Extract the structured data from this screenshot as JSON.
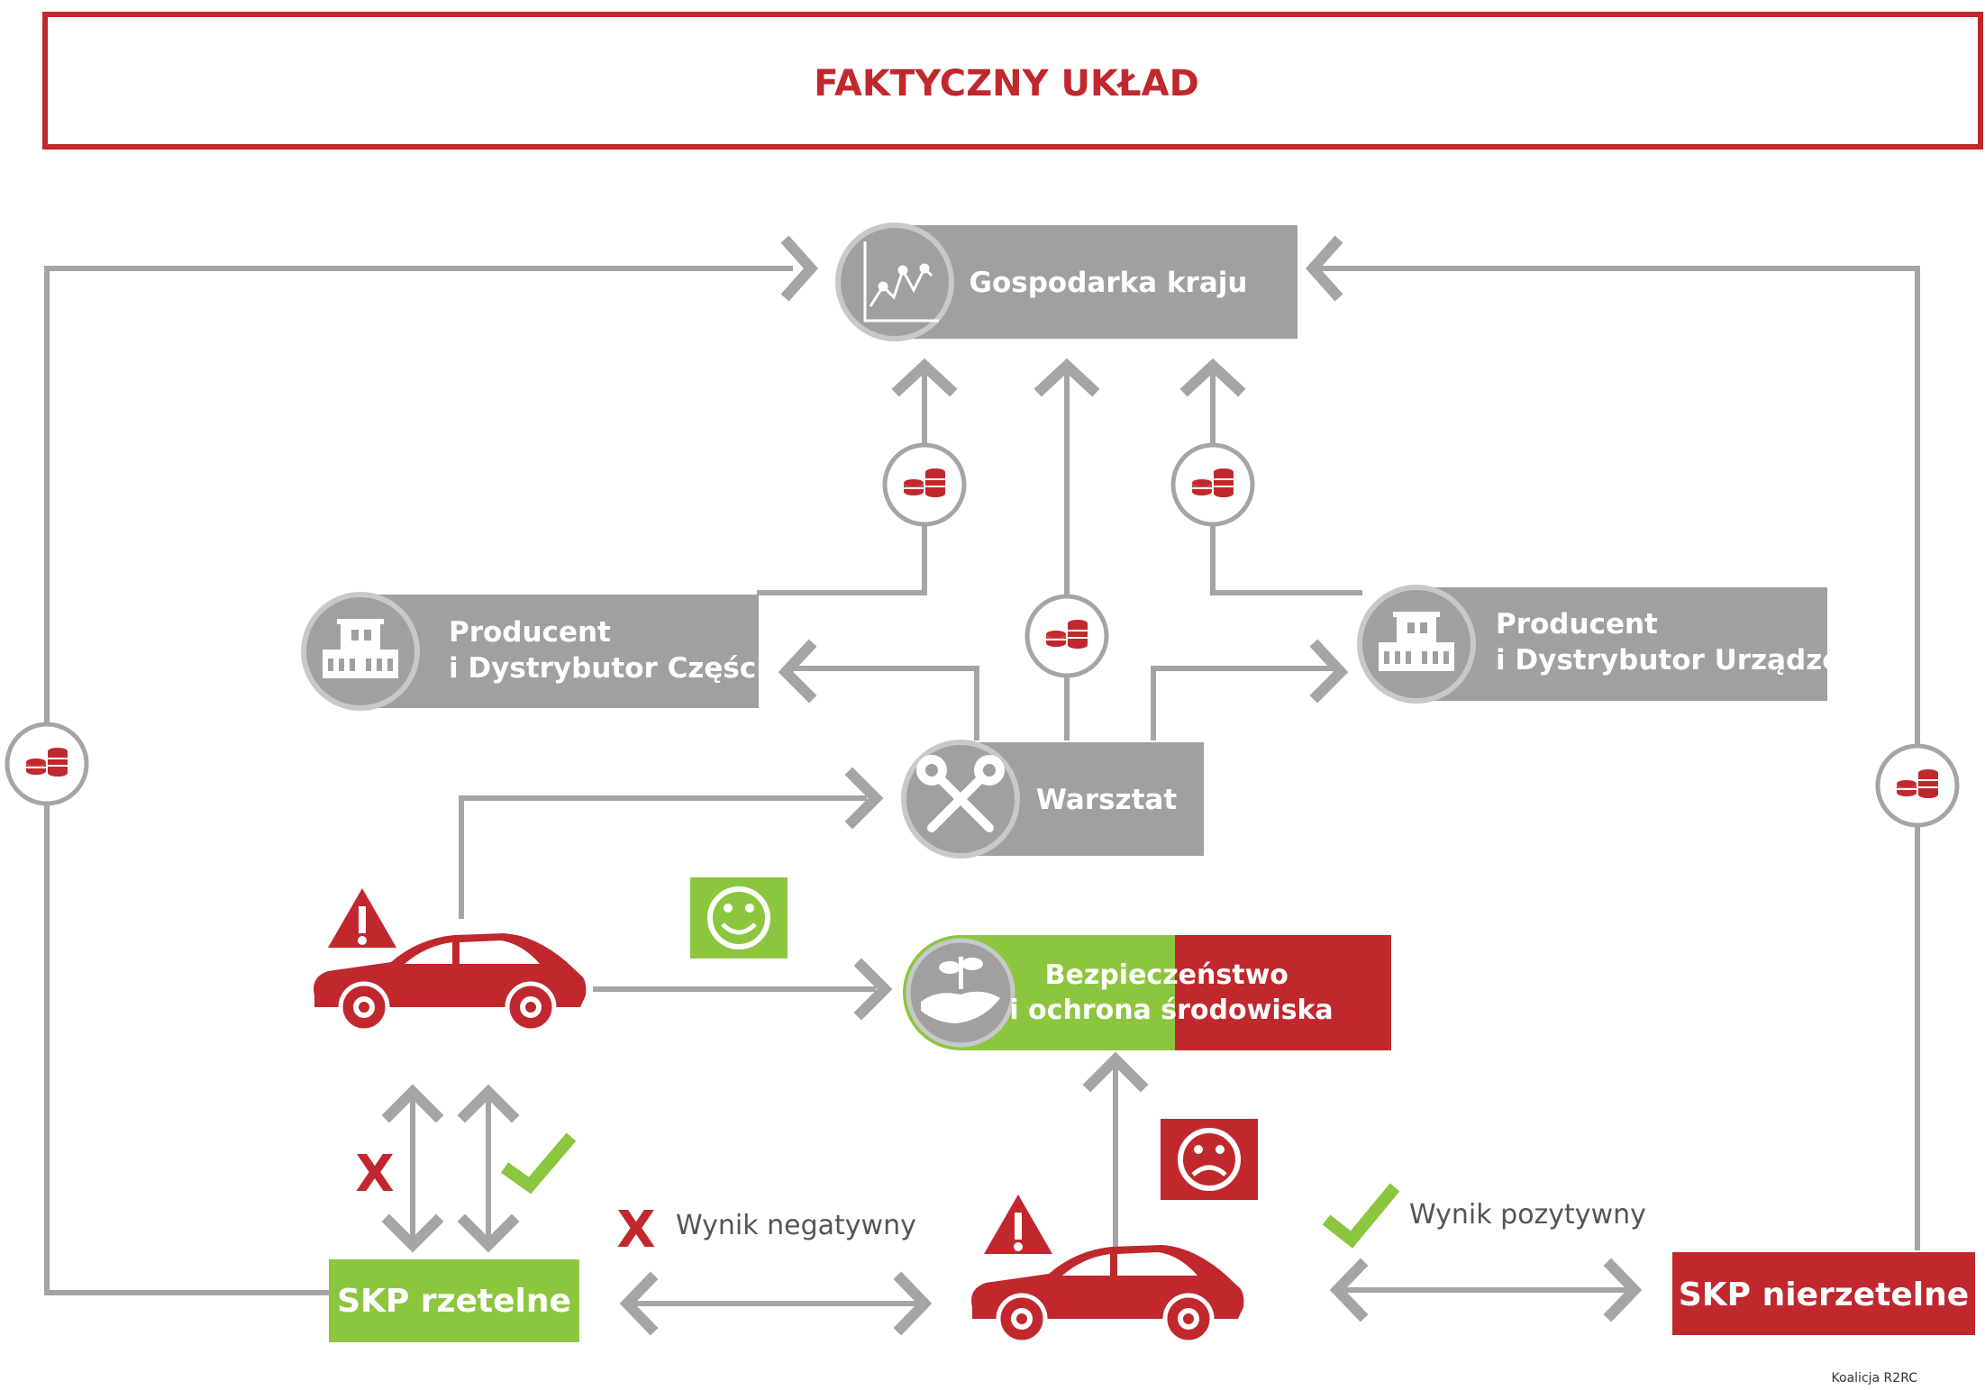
{
  "header": {
    "title": "FAKTYCZNY UKŁAD"
  },
  "nodes": {
    "gospodarka": "Gospodarka kraju",
    "producent_czesci": [
      "Producent",
      "i Dystrybutor Części"
    ],
    "producent_urzadzen": [
      "Producent",
      "i Dystrybutor Urządzeń"
    ],
    "warsztat": "Warsztat",
    "bezpieczenstwo": [
      "Bezpieczeństwo",
      "i ochrona środowiska"
    ],
    "skp_rzetelne": "SKP rzetelne",
    "skp_nierzetelne": "SKP nierzetelne"
  },
  "results": {
    "negative": "Wynik negatywny",
    "positive": "Wynik pozytywny"
  },
  "x_marks": {
    "left": "X",
    "bottom": "X"
  },
  "source": "Koalicja R2RC",
  "colors": {
    "red": "#c0282d",
    "green": "#8cc63f",
    "gray": "#a0a0a0",
    "arrow_gray": "#a5a5a5",
    "text_dark": "#555555"
  },
  "icons": [
    "chart-icon",
    "coins-icon",
    "factory-icon",
    "tools-icon",
    "car-icon",
    "warning-icon",
    "smile-icon",
    "sad-icon",
    "check-icon",
    "plant-hand-icon"
  ]
}
